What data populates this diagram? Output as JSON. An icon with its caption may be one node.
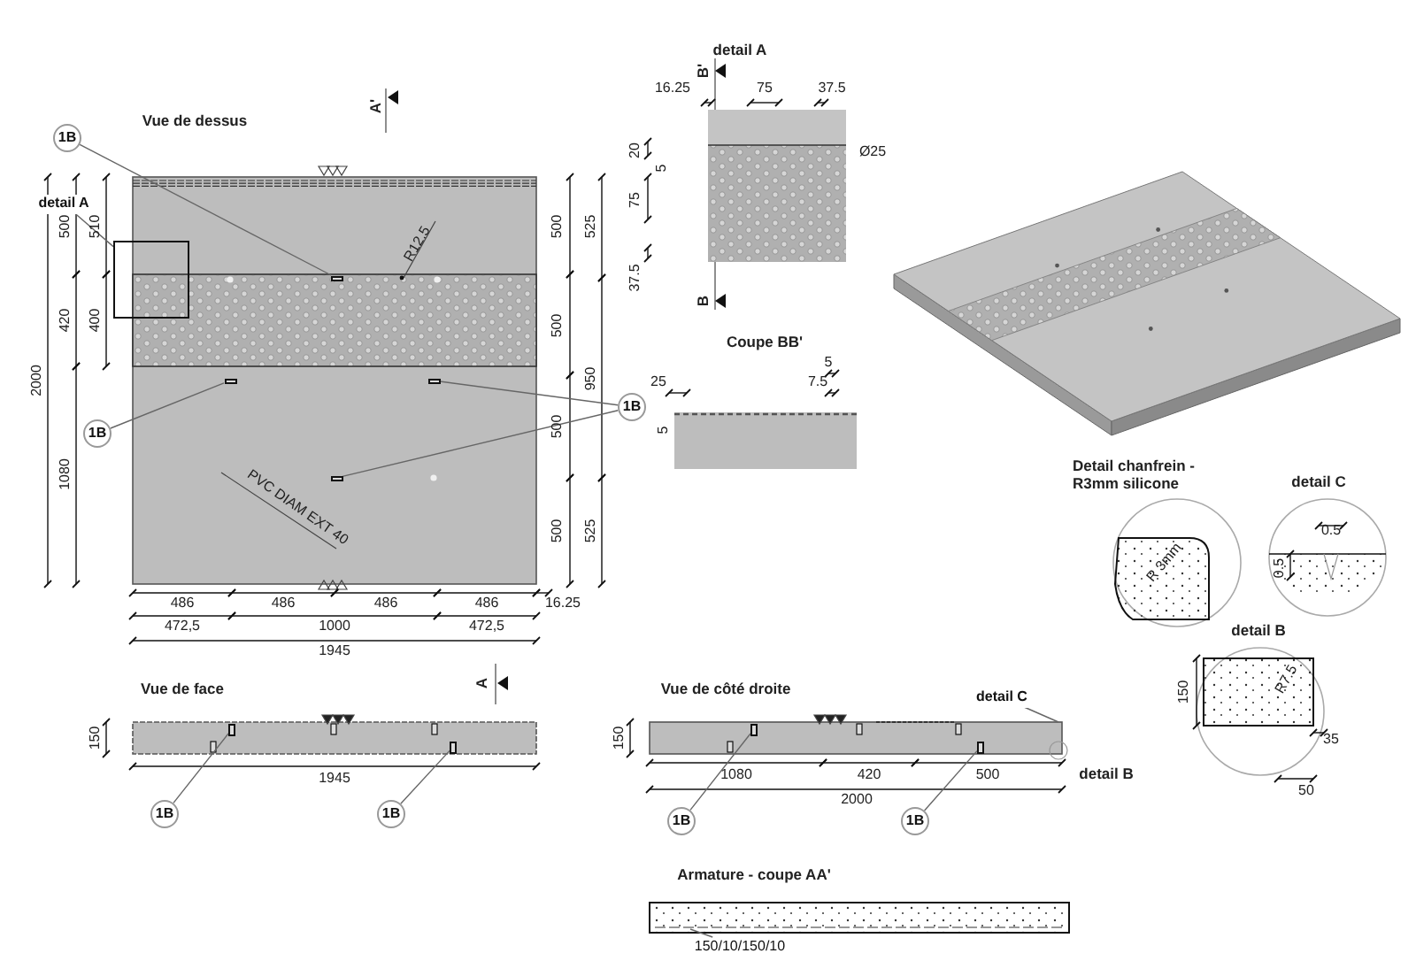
{
  "diagram": {
    "nodes": [
      {
        "text": [
          "1B"
        ]
      },
      {
        "text": [
          "detail A"
        ]
      },
      {
        "text": [],
        "shape": "box"
      },
      {
        "text": [
          "1B"
        ]
      },
      {
        "text": [
          "1B"
        ]
      },
      {
        "text": [
          "detail C"
        ]
      },
      {
        "text": [
          "1B"
        ]
      },
      {
        "text": [
          "1B"
        ]
      },
      {
        "text": [
          "1B"
        ]
      },
      {
        "text": [
          "1B"
        ]
      },
      {
        "text": [
          "150/10/150/10"
        ]
      },
      {
        "text": [],
        "shape": "box"
      },
      {
        "text": [],
        "shape": "box"
      },
      {
        "text": [],
        "shape": "box"
      },
      {
        "text": [],
        "shape": "box"
      },
      {
        "text": [],
        "shape": "box"
      },
      {
        "text": [],
        "shape": "box"
      },
      {
        "text": [],
        "shape": "box"
      },
      {
        "text": [],
        "shape": "box"
      }
    ],
    "edges": [
      {
        "from": 0,
        "to": 11,
        "arrow": "none"
      },
      {
        "from": 1,
        "to": 2,
        "arrow": "none"
      },
      {
        "from": 3,
        "to": 12,
        "arrow": "none"
      },
      {
        "from": 4,
        "to": 13,
        "arrow": "none"
      },
      {
        "from": 4,
        "to": 14,
        "arrow": "none"
      },
      {
        "from": 5,
        "to": null,
        "arrow": "none"
      },
      {
        "from": 6,
        "to": 15,
        "arrow": "none"
      },
      {
        "from": 7,
        "to": 16,
        "arrow": "none"
      },
      {
        "from": 8,
        "to": 17,
        "arrow": "none"
      },
      {
        "from": 9,
        "to": 18,
        "arrow": "none"
      },
      {
        "from": 10,
        "to": null,
        "arrow": "none"
      }
    ],
    "labels": [
      "detail A",
      "B'",
      "A'",
      "16.25",
      "75",
      "37.5",
      "Vue de dessus",
      "20",
      "5",
      "Ø25",
      "500",
      "510",
      "500",
      "525",
      "R12.5",
      "75",
      "37.5",
      "B",
      "420",
      "400",
      "500",
      "Coupe BB'",
      "2000",
      "950",
      "25",
      "5",
      "7.5",
      "5",
      "500",
      "1080",
      "PVC DIAM EXT 40",
      "Detail chanfrein - R3mm silicone",
      "detail C",
      "500",
      "525",
      "R 3mm",
      "0.5",
      "0.5",
      "486",
      "486",
      "486",
      "486",
      "16.25",
      "472,5",
      "1000",
      "472,5",
      "detail B",
      "1945",
      "150",
      "R7.5",
      "A",
      "Vue de face",
      "Vue de côté droite",
      "35",
      "150",
      "150",
      "1080",
      "420",
      "500",
      "detail B",
      "50",
      "1945",
      "2000",
      "Armature - coupe AA'"
    ]
  }
}
